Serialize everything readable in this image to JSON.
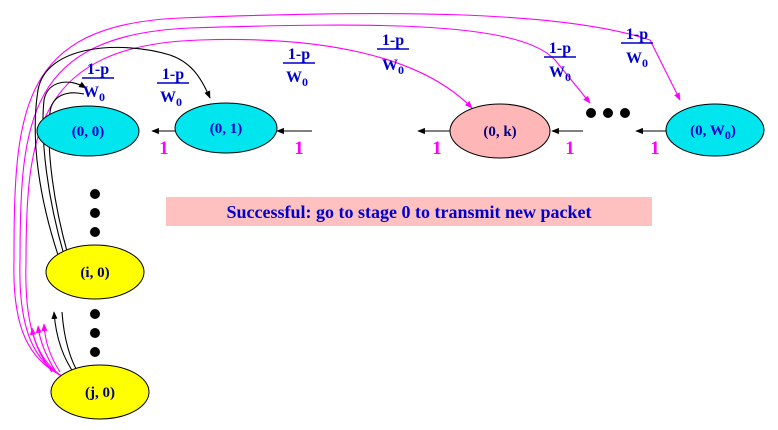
{
  "nodes": {
    "n00": "(0, 0)",
    "n01": "(0, 1)",
    "n0k": "(0, k)",
    "n0w": "(0, W",
    "n0w_sub": "0",
    "n0w_close": ")",
    "ni0": "(i, 0)",
    "nj0": "(j, 0)"
  },
  "prob_label": {
    "num": "1-p",
    "den": "W",
    "den_sub": "0"
  },
  "step_label": "1",
  "banner": "Successful: go to stage 0 to transmit new packet",
  "colors": {
    "cyan": "#00e5ee",
    "pink": "#ffb6b6",
    "yellow": "#ffff00",
    "magenta": "#ff00ff",
    "blue": "#0000cc",
    "black": "#000000"
  }
}
